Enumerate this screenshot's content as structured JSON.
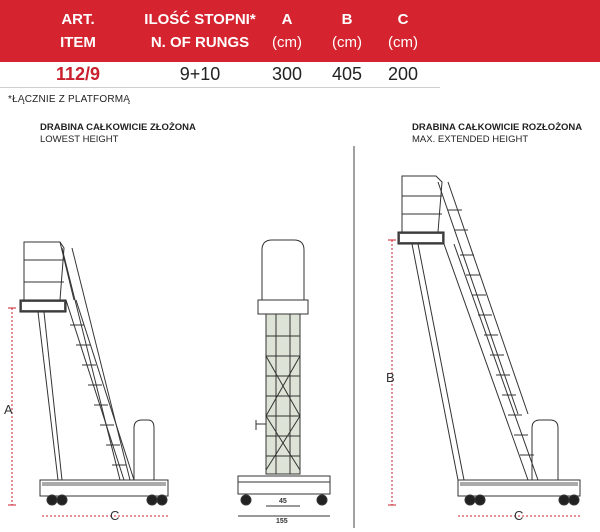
{
  "table": {
    "headers": [
      {
        "line1": "ART.",
        "line2": "ITEM"
      },
      {
        "line1": "ILOŚĆ STOPNI*",
        "line2": "N. OF RUNGS"
      },
      {
        "line1": "A",
        "line2": "(cm)"
      },
      {
        "line1": "B",
        "line2": "(cm)"
      },
      {
        "line1": "C",
        "line2": "(cm)"
      }
    ],
    "row": {
      "item": "112/9",
      "rungs": "9+10",
      "a": "300",
      "b": "405",
      "c": "200"
    }
  },
  "footnote": "*ŁĄCZNIE Z PLATFORMĄ",
  "folded": {
    "title_pl": "DRABINA CAŁKOWICIE ZŁOŻONA",
    "title_en": "LOWEST HEIGHT"
  },
  "extended": {
    "title_pl": "DRABINA CAŁKOWICIE ROZŁOŻONA",
    "title_en": "MAX. EXTENDED HEIGHT"
  },
  "dimensions": {
    "a_label": "A",
    "b_label": "B",
    "c_label": "C",
    "inner_width": "45",
    "outer_width": "155"
  },
  "colors": {
    "header_bg": "#d5232f",
    "item_text": "#c8202c"
  }
}
